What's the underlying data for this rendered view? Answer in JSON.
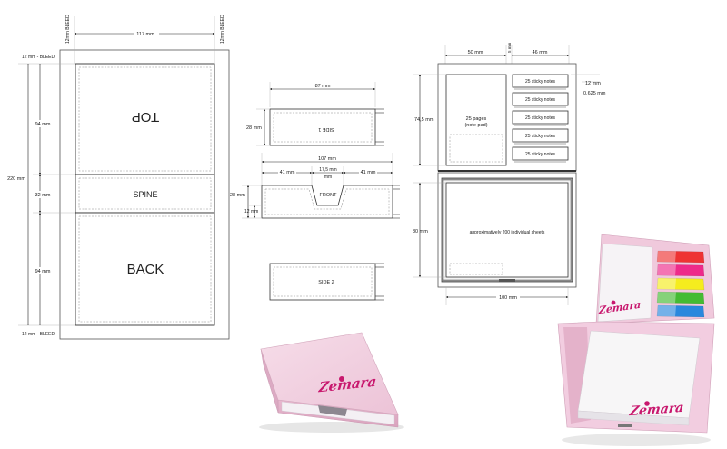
{
  "cover_template": {
    "bleed_top_label": "12mm BLEED",
    "bleed_top_label_right": "12mm BLEED",
    "width_label": "117 mm",
    "bleed_left_top": "12 mm - BLEED",
    "bleed_left_bottom": "12 mm - BLEED",
    "total_height_label": "220 mm",
    "top_height_label": "94 mm",
    "spine_height_label": "32 mm",
    "back_height_label": "94 mm",
    "panel_top": "TOP",
    "panel_spine": "SPINE",
    "panel_back": "BACK"
  },
  "side_panels": {
    "side1_width": "87 mm",
    "side1_height": "28 mm",
    "side1_label": "SIDE 1",
    "front_total_width": "107 mm",
    "front_left": "41 mm",
    "front_notch": "17,5 mm",
    "front_right": "41 mm",
    "front_height": "28 mm",
    "front_notch_depth": "12 mm",
    "front_label": "FRONT",
    "side2_label": "SIDE 2"
  },
  "inner_tray": {
    "left_width": "50 mm",
    "gap_width": "5 mm",
    "right_width": "46 mm",
    "top_height": "74,5 mm",
    "right_margin_a": "12 mm",
    "right_margin_b": "0,625 mm",
    "notepad_label_line1": "25 pages",
    "notepad_label_line2": "(note pad)",
    "sticky_label": "25 sticky notes",
    "bottom_height": "80 mm",
    "bottom_sheets_label": "approximatively 200 individual sheets",
    "bottom_width": "100 mm"
  },
  "product": {
    "brand_name": "Zemara"
  },
  "colors": {
    "box_pink": "#f2cde0",
    "flag_red": "#ee3333",
    "flag_magenta": "#ee2a8a",
    "flag_yellow": "#f5ec1e",
    "flag_green": "#44bb33",
    "flag_blue": "#2a88dd",
    "brand_pink": "#c8186e"
  }
}
